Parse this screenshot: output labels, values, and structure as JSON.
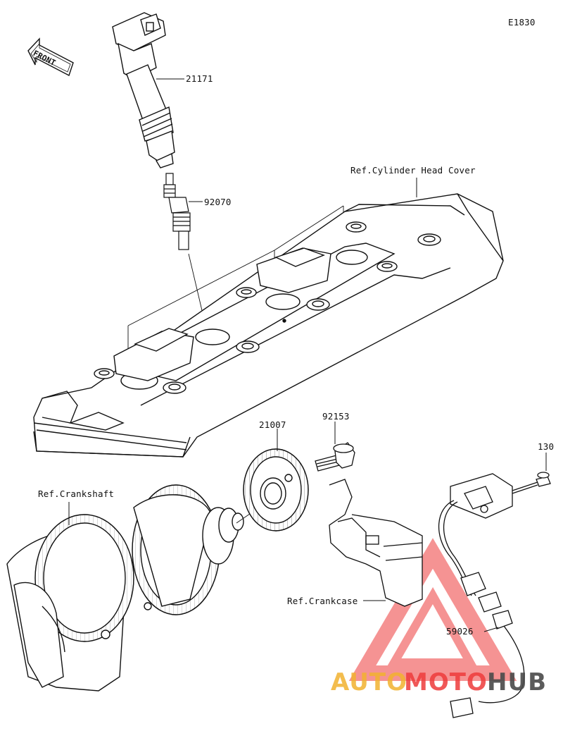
{
  "diagram": {
    "code": "E1830",
    "direction_label": "FRONT",
    "parts": [
      {
        "id": "coil",
        "label": "21171"
      },
      {
        "id": "plug",
        "label": "92070"
      },
      {
        "id": "rotor",
        "label": "21007"
      },
      {
        "id": "bolt",
        "label": "92153"
      },
      {
        "id": "screw",
        "label": "130"
      },
      {
        "id": "sensor",
        "label": "59026"
      }
    ],
    "references": {
      "cylinder_head_cover": "Ref.Cylinder Head Cover",
      "crankshaft": "Ref.Crankshaft",
      "crankcase": "Ref.Crankcase"
    }
  },
  "watermark": {
    "auto": "AUTO",
    "moto": "MOTO",
    "hub": "HUB",
    "colors": {
      "auto": "#f2b230",
      "moto": "#ee3b3b",
      "hub": "#4a4a4a",
      "triangle": "#ee3b3b"
    }
  }
}
